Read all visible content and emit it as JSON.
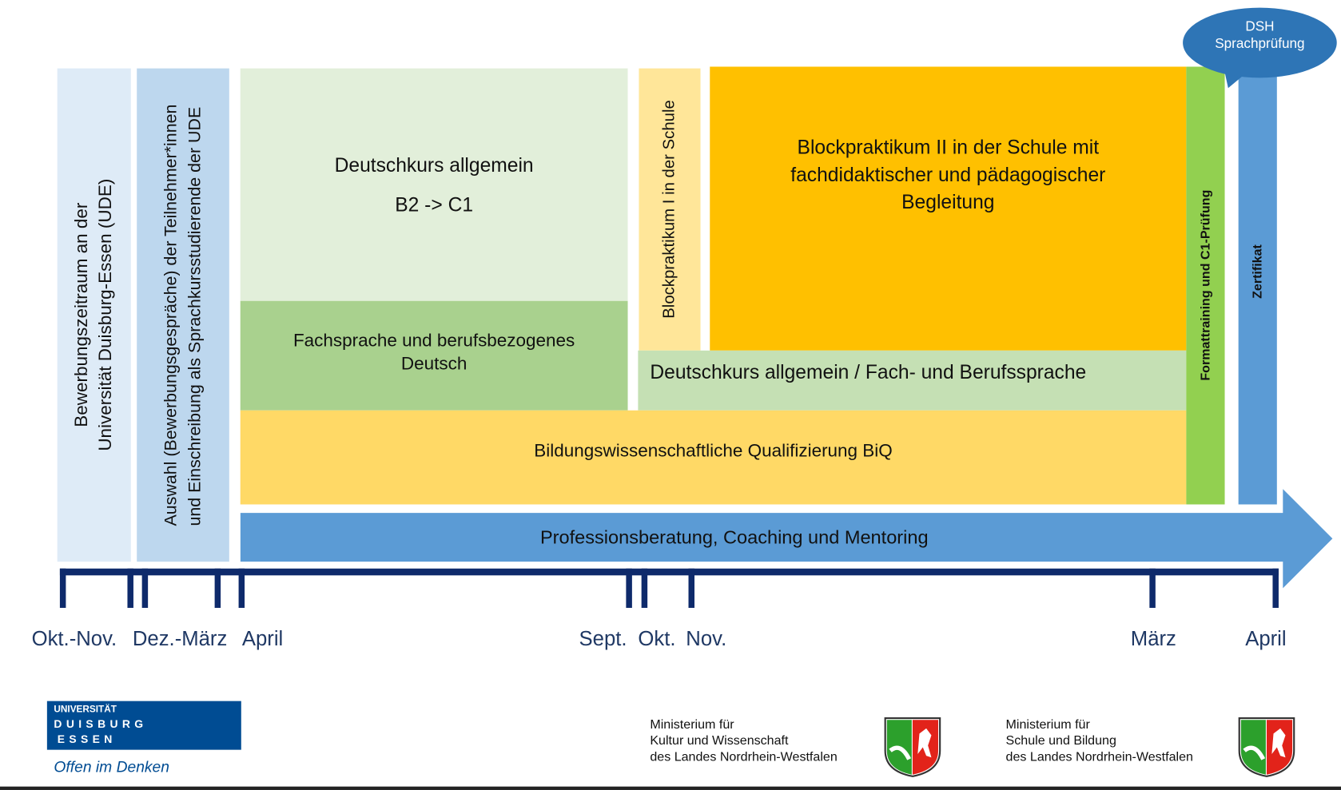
{
  "columns": {
    "bewerbung": "Bewerbungszeitraum an der Universität Duisburg-Essen (UDE)",
    "bewerbung_line1": "Bewerbungszeitraum an der",
    "bewerbung_line2": "Universität Duisburg-Essen (UDE)",
    "auswahl_line1": "Auswahl (Bewerbungsgespräche) der Teilnehmer*innen",
    "auswahl_line2": "und Einschreibung als Sprachkursstudierende der UDE"
  },
  "blocks": {
    "deutschkurs_title": "Deutschkurs allgemein",
    "deutschkurs_level": "B2 -> C1",
    "fachsprache": "Fachsprache und berufsbezogenes Deutsch",
    "blockpraktikum1": "Blockpraktikum I in der Schule",
    "blockpraktikum2": "Blockpraktikum II in der Schule mit fachdidaktischer und pädagogischer Begleitung",
    "deutschkurs_fach": "Deutschkurs allgemein / Fach- und Berufssprache",
    "biq": "Bildungswissenschaftliche Qualifizierung BiQ",
    "formattraining": "Formattraining und C1-Prüfung",
    "zertifikat": "Zertifikat",
    "dsh": "DSH Sprachprüfung",
    "professionsberatung": "Professionsberatung, Coaching und Mentoring"
  },
  "timeline": [
    "Okt.-Nov.",
    "Dez.-März",
    "April",
    "Sept.",
    "Okt.",
    "Nov.",
    "März",
    "April"
  ],
  "logos": {
    "ude_line1": "UNIVERSITÄT",
    "ude_line2": "DUISBURG",
    "ude_line3": "ESSEN",
    "ude_slogan": "Offen im Denken",
    "ministry1": [
      "Ministerium für",
      "Kultur und Wissenschaft",
      "des Landes Nordrhein-Westfalen"
    ],
    "ministry2": [
      "Ministerium für",
      "Schule und Bildung",
      "des Landes Nordrhein-Westfalen"
    ]
  },
  "colors": {
    "navy": "#0e2a6b",
    "blue": "#5b9bd5",
    "orange": "#ffc000"
  }
}
